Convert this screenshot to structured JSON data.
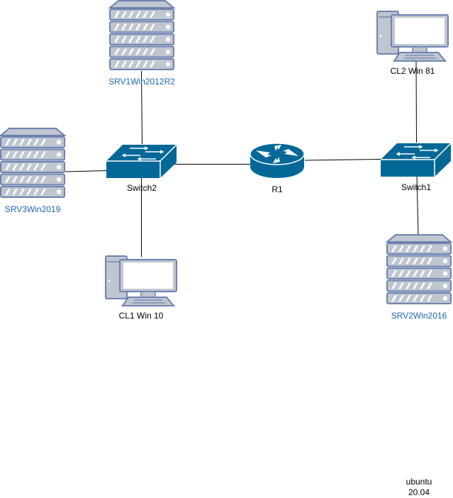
{
  "nodes": {
    "srv1": {
      "label": "SRV1Win2012R2",
      "type": "server",
      "icon": "server-rack-icon"
    },
    "srv3": {
      "label": "SRV3Win2019",
      "type": "server",
      "icon": "server-rack-icon"
    },
    "srv2": {
      "label": "SRV2Win2016",
      "type": "server",
      "icon": "server-rack-icon"
    },
    "switch2": {
      "label": "Switch2",
      "type": "switch",
      "icon": "network-switch-icon"
    },
    "switch1": {
      "label": "Switch1",
      "type": "switch",
      "icon": "network-switch-icon"
    },
    "r1": {
      "label": "R1",
      "type": "router",
      "icon": "router-icon"
    },
    "cl1": {
      "label": "CL1 Win 10",
      "type": "workstation",
      "icon": "desktop-computer-icon"
    },
    "cl2": {
      "label": "CL2 Win 81",
      "type": "workstation",
      "icon": "desktop-computer-icon"
    }
  },
  "note": {
    "line1": "ubuntu",
    "line2": "20.04"
  },
  "links": [
    [
      "srv1",
      "switch2"
    ],
    [
      "srv3",
      "switch2"
    ],
    [
      "cl1",
      "switch2"
    ],
    [
      "switch2",
      "r1"
    ],
    [
      "r1",
      "switch1"
    ],
    [
      "cl2",
      "switch1"
    ],
    [
      "srv2",
      "switch1"
    ]
  ],
  "colors": {
    "server_fill": "#bfc6d0",
    "server_stroke": "#6d83b1",
    "device_blue": "#036897",
    "label_blue": "#1a64b6",
    "line": "#000000"
  }
}
